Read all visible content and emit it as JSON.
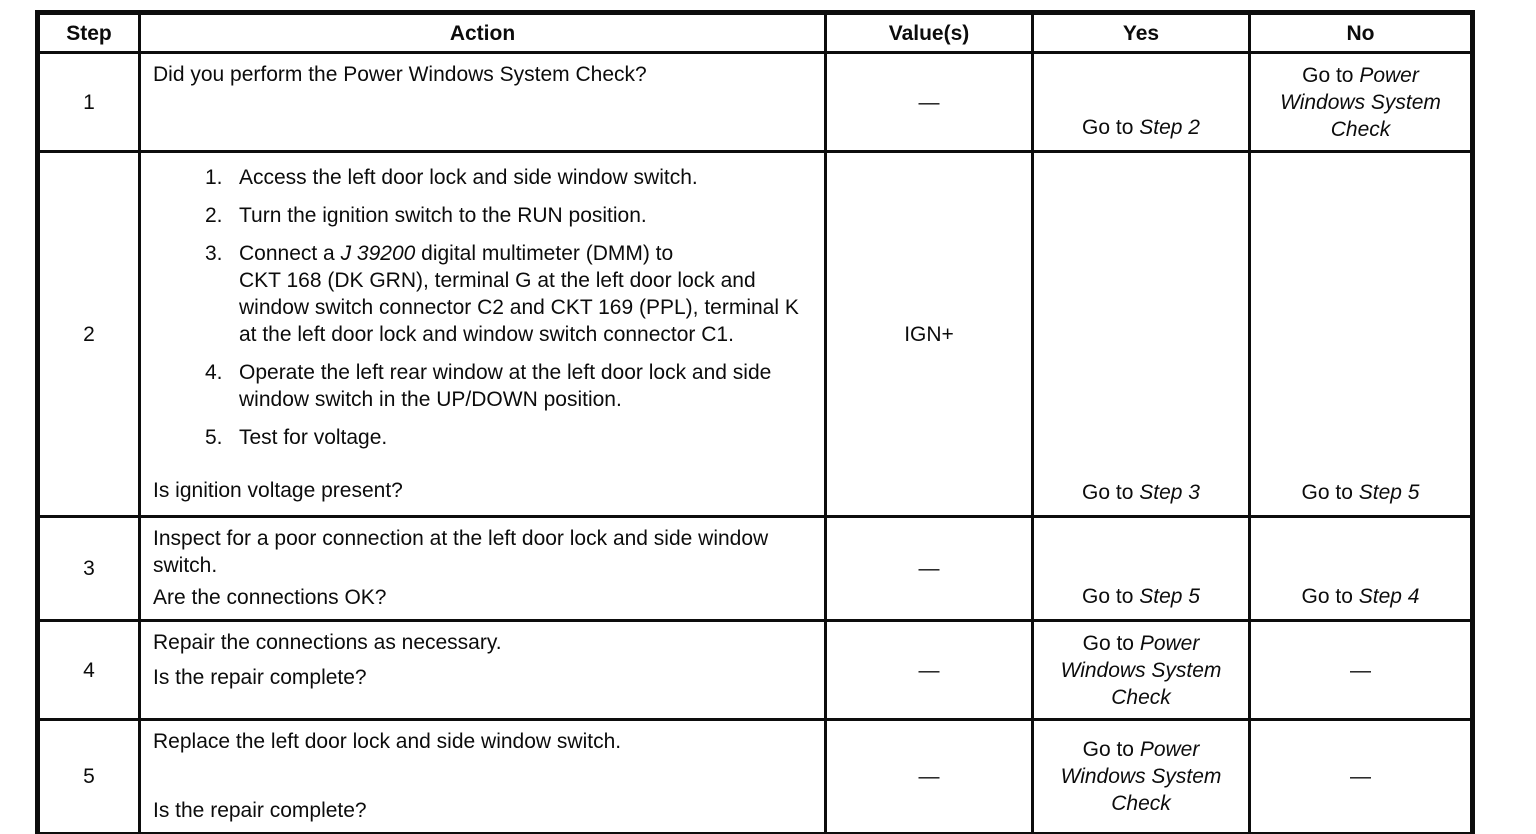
{
  "table": {
    "headers": {
      "step": "Step",
      "action": "Action",
      "values": "Value(s)",
      "yes": "Yes",
      "no": "No"
    },
    "rows": [
      {
        "step": "1",
        "action": {
          "text": "Did you perform the Power Windows System Check?"
        },
        "value": "—",
        "yes": {
          "prefix": "Go to ",
          "target": "Step 2"
        },
        "no": {
          "prefix": "Go to ",
          "target": "Power Windows System Check"
        }
      },
      {
        "step": "2",
        "action": {
          "items": [
            {
              "num": "1.",
              "text": "Access the left door lock and side window switch."
            },
            {
              "num": "2.",
              "text": "Turn the ignition switch to the RUN position."
            },
            {
              "num": "3.",
              "pre": "Connect a ",
              "em": "J 39200",
              "post": " digital multimeter (DMM) to\nCKT 168 (DK GRN), terminal G at the left door lock and window switch connector C2 and CKT 169 (PPL), terminal K at the left door lock and window switch connector C1."
            },
            {
              "num": "4.",
              "text": "Operate the left rear window at the left door lock and side window switch in the UP/DOWN position."
            },
            {
              "num": "5.",
              "text": "Test for voltage."
            }
          ],
          "question": "Is ignition voltage present?"
        },
        "value": "IGN+",
        "yes": {
          "prefix": "Go to ",
          "target": "Step 3"
        },
        "no": {
          "prefix": "Go to ",
          "target": "Step 5"
        }
      },
      {
        "step": "3",
        "action": {
          "text": "Inspect for a poor connection at the left door lock and side window switch.",
          "question": "Are the connections OK?"
        },
        "value": "—",
        "yes": {
          "prefix": "Go to ",
          "target": "Step 5"
        },
        "no": {
          "prefix": "Go to ",
          "target": "Step 4"
        }
      },
      {
        "step": "4",
        "action": {
          "text": "Repair the connections as necessary.",
          "question": "Is the repair complete?"
        },
        "value": "—",
        "yes": {
          "prefix": "Go to ",
          "target": "Power Windows System Check"
        },
        "no": "—"
      },
      {
        "step": "5",
        "action": {
          "text": "Replace the left door lock and side window switch.",
          "question": "Is the repair complete?"
        },
        "value": "—",
        "yes": {
          "prefix": "Go to ",
          "target": "Power Windows System Check"
        },
        "no": "—"
      }
    ]
  }
}
